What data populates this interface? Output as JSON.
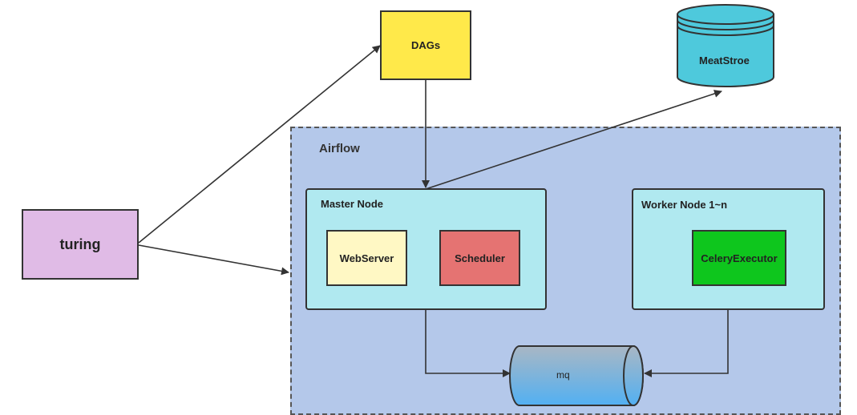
{
  "nodes": {
    "turing": "turing",
    "dags": "DAGs",
    "metastore": "MeatStroe",
    "airflow": "Airflow",
    "master": "Master Node",
    "webserver": "WebServer",
    "scheduler": "Scheduler",
    "worker": "Worker Node 1~n",
    "celery": "CeleryExecutor",
    "mq": "mq"
  },
  "colors": {
    "turing": "#e0bbe6",
    "dags": "#ffe94a",
    "metastore": "#4ec9dc",
    "airflow": "#b4c8ea",
    "node": "#b0e9f0",
    "webserver": "#fff8c4",
    "scheduler": "#e57372",
    "celery": "#0ec61d",
    "mq_top": "#a9b7c4",
    "mq_bottom": "#52b0f2"
  }
}
